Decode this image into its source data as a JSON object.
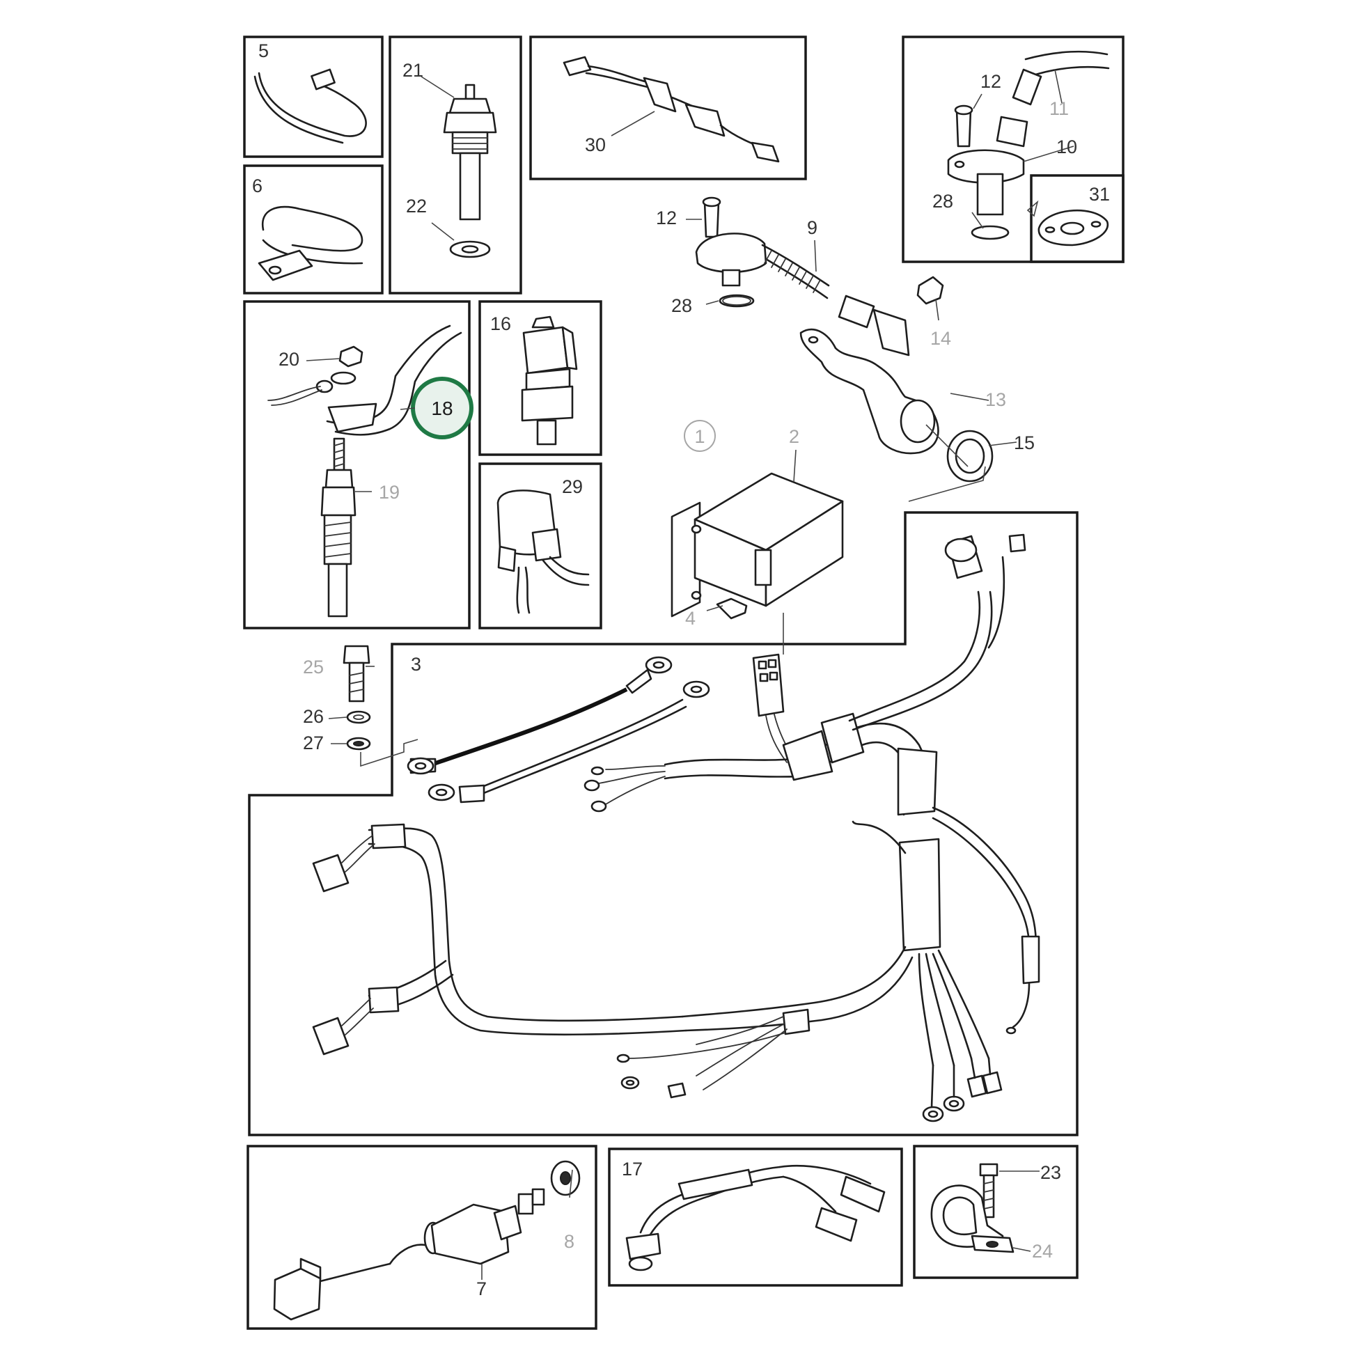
{
  "diagram": {
    "part_labels": {
      "p1": "1",
      "p2": "2",
      "p3": "3",
      "p4": "4",
      "p5": "5",
      "p6": "6",
      "p7": "7",
      "p8": "8",
      "p9": "9",
      "p10": "10",
      "p11": "11",
      "p12a": "12",
      "p12b": "12",
      "p13": "13",
      "p14": "14",
      "p15": "15",
      "p16": "16",
      "p17": "17",
      "p18": "18",
      "p19": "19",
      "p20": "20",
      "p21": "21",
      "p22": "22",
      "p23": "23",
      "p24": "24",
      "p25": "25",
      "p26": "26",
      "p27": "27",
      "p28a": "28",
      "p28b": "28",
      "p29": "29",
      "p30": "30",
      "p31": "31"
    },
    "highlighted_part": "18",
    "colors": {
      "highlight_ring": "#1f7a45",
      "highlight_fill": "#e8f2ec",
      "line": "#1e1e1e",
      "dim_label": "#a6a6a6"
    }
  }
}
